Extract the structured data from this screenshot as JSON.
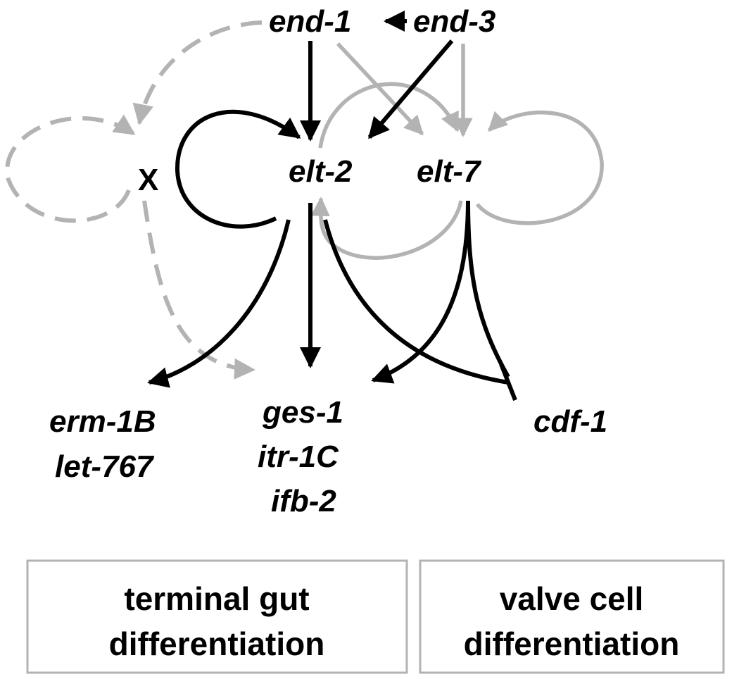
{
  "nodes": {
    "end1": "end-1",
    "end3": "end-3",
    "elt2": "elt-2",
    "elt7": "elt-7",
    "x": "X",
    "erm1b": "erm-1B",
    "let767": "let-767",
    "ges1": "ges-1",
    "itr1c": "itr-1C",
    "ifb2": "ifb-2",
    "cdf1": "cdf-1"
  },
  "boxes": {
    "left": [
      "terminal gut",
      "differentiation"
    ],
    "right": [
      "valve cell",
      "differentiation"
    ]
  },
  "colors": {
    "direct": "#000000",
    "secondary": "#b3b3b3",
    "box_border": "#b3b3b3"
  }
}
